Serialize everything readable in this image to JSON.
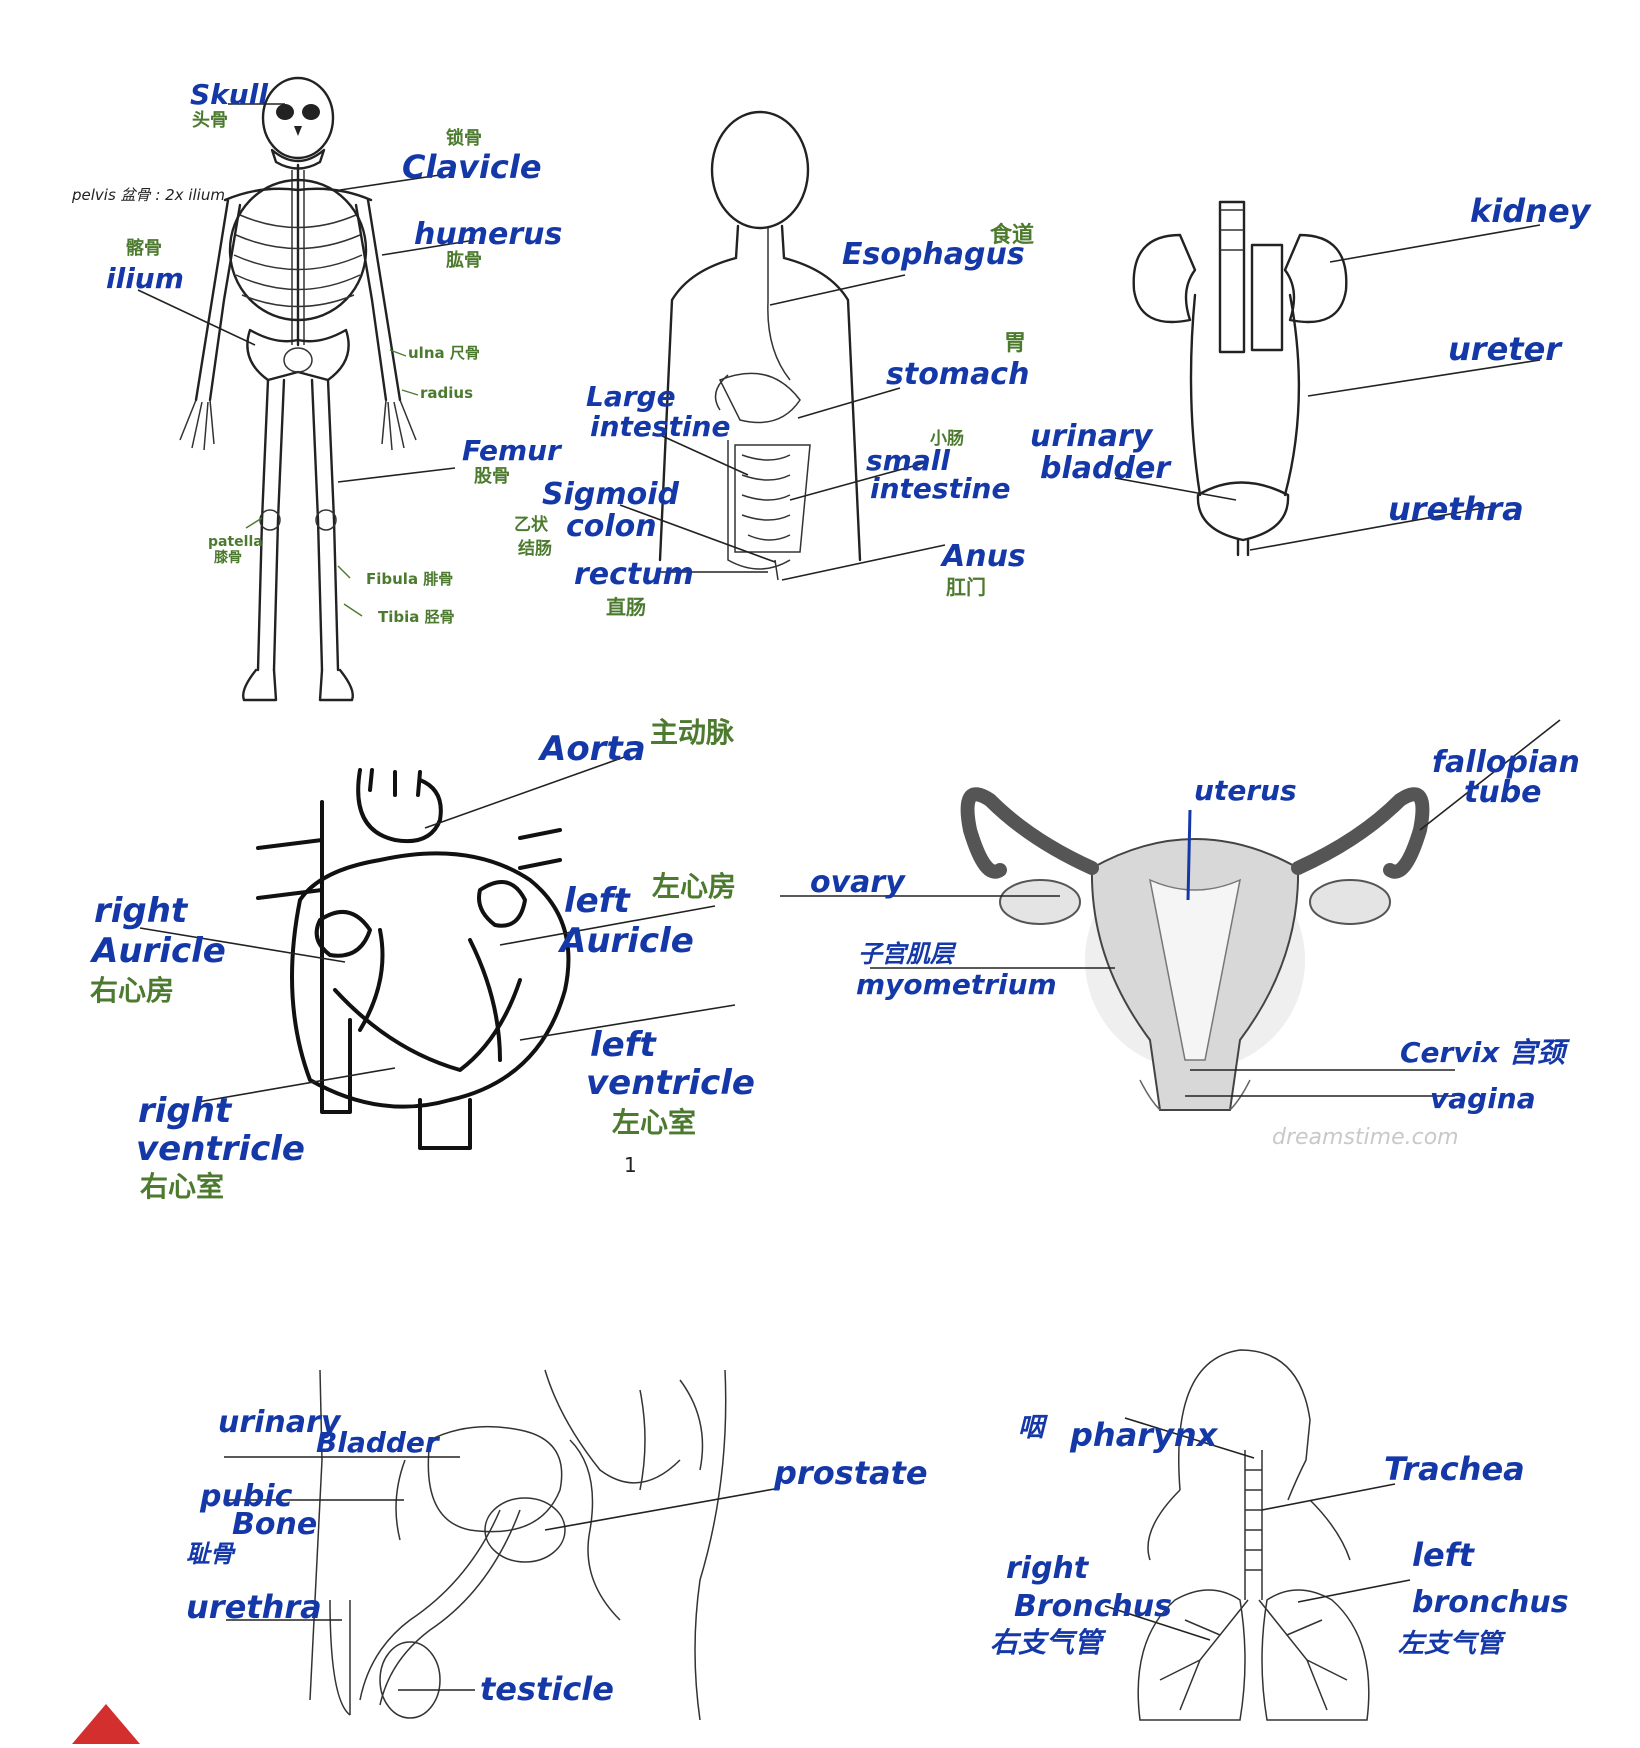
{
  "skeleton": {
    "skull": "Skull",
    "skull_zh": "头骨",
    "clavicle": "Clavicle",
    "clavicle_zh": "锁骨",
    "pelvis_note": "pelvis 盆骨 : 2x ilium",
    "humerus": "humerus",
    "humerus_zh": "肱骨",
    "ilium": "ilium",
    "ilium_zh": "髂骨",
    "ulna": "ulna 尺骨",
    "radius": "radius",
    "femur": "Femur",
    "femur_zh": "股骨",
    "patella": "patella",
    "patella_zh": "膝骨",
    "fibula": "Fibula 腓骨",
    "tibia": "Tibia 胫骨"
  },
  "digestive": {
    "esophagus": "Esophagus",
    "esophagus_zh": "食道",
    "stomach": "stomach",
    "stomach_zh": "胃",
    "large_intestine_1": "Large",
    "large_intestine_2": "intestine",
    "small_intestine_1": "small",
    "small_intestine_2": "intestine",
    "small_intestine_zh": "小肠",
    "sigmoid_1": "Sigmoid",
    "sigmoid_2": "colon",
    "sigmoid_zh_1": "乙状",
    "sigmoid_zh_2": "结肠",
    "rectum": "rectum",
    "rectum_zh": "直肠",
    "anus": "Anus",
    "anus_zh": "肛门"
  },
  "urinary": {
    "kidney": "kidney",
    "ureter": "ureter",
    "bladder_1": "urinary",
    "bladder_2": "bladder",
    "urethra": "urethra"
  },
  "heart": {
    "aorta": "Aorta",
    "aorta_zh": "主动脉",
    "left_auricle_1": "left",
    "left_auricle_2": "Auricle",
    "left_auricle_zh": "左心房",
    "right_auricle_1": "right",
    "right_auricle_2": "Auricle",
    "right_auricle_zh": "右心房",
    "left_ventricle_1": "left",
    "left_ventricle_2": "ventricle",
    "left_ventricle_zh": "左心室",
    "right_ventricle_1": "right",
    "right_ventricle_2": "ventricle",
    "right_ventricle_zh": "右心室",
    "page_number": "1"
  },
  "female": {
    "uterus": "uterus",
    "fallopian_1": "fallopian",
    "fallopian_2": "tube",
    "ovary": "ovary",
    "myometrium_zh": "子宫肌层",
    "myometrium": "myometrium",
    "cervix": "Cervix 宫颈",
    "vagina": "vagina",
    "watermark": "dreamstime.com"
  },
  "male": {
    "bladder_1": "urinary",
    "bladder_2": "Bladder",
    "pubic_1": "pubic",
    "pubic_2": "Bone",
    "pubic_zh": "耻骨",
    "urethra": "urethra",
    "prostate": "prostate",
    "testicle": "testicle"
  },
  "respiratory": {
    "pharynx_zh": "咽",
    "pharynx": "pharynx",
    "trachea": "Trachea",
    "right_bronchus_1": "right",
    "right_bronchus_2": "Bronchus",
    "right_bronchus_zh": "右支气管",
    "left_bronchus_1": "left",
    "left_bronchus_2": "bronchus",
    "left_bronchus_zh": "左支气管"
  },
  "colors": {
    "label_blue": "#1538a8",
    "annotation_green": "#4c7a2e",
    "corner_red": "#d32f2f"
  }
}
